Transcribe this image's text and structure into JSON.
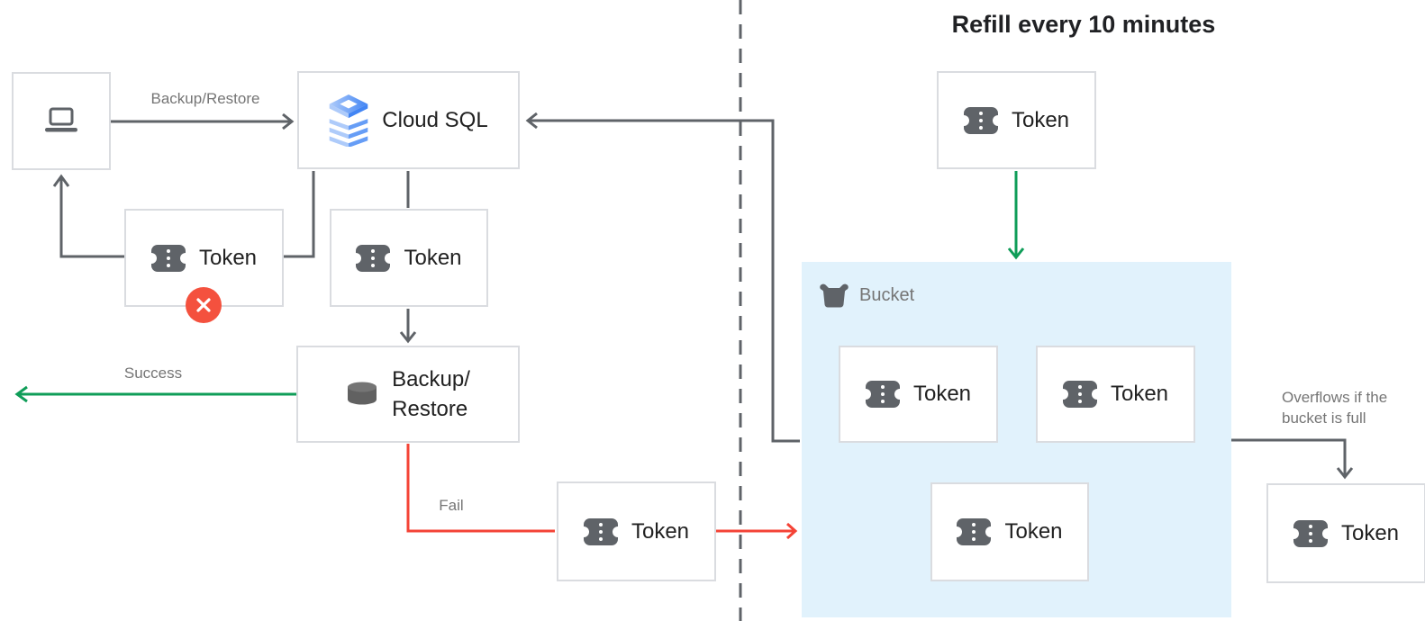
{
  "title": "Refill every 10 minutes",
  "edge_labels": {
    "backup_restore": "Backup/Restore",
    "success": "Success",
    "fail": "Fail",
    "overflow_line1": "Overflows if the",
    "overflow_line2": "bucket is full"
  },
  "nodes": {
    "cloud_sql": "Cloud SQL",
    "token": "Token",
    "backup_line1": "Backup/",
    "backup_line2": "Restore",
    "bucket": "Bucket"
  },
  "icons": {
    "client": "laptop-icon",
    "cloud_sql": "cloud-sql-database-icon",
    "token": "token-ticket-icon",
    "backup": "database-cylinder-icon",
    "bucket": "bucket-icon",
    "rejected": "x-circle-icon"
  },
  "colors": {
    "line_gray": "#5F6368",
    "green": "#0F9D58",
    "red": "#F44336",
    "badge_red": "#F4513E",
    "bucket_bg": "#E1F2FC",
    "box_border": "#DADCE0",
    "label_gray": "#757575",
    "text_dark": "#212121",
    "cloud_sql_blue": "#4285F4",
    "cloud_sql_blue_mid": "#669DF6",
    "cloud_sql_blue_light": "#AECBFA"
  }
}
